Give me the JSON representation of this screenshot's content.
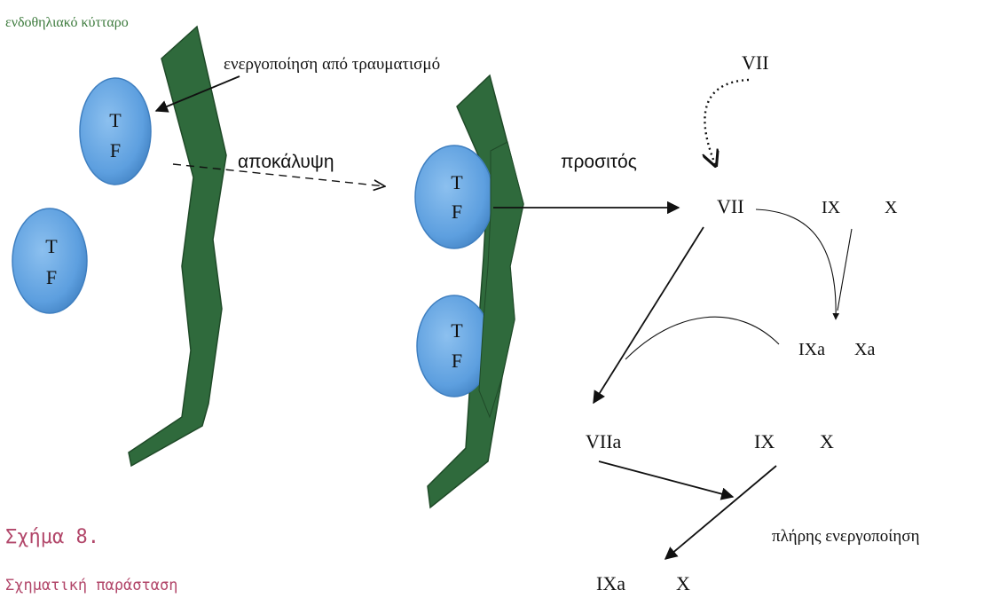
{
  "colors": {
    "membrane": "#2f6a3c",
    "membrane_edge": "#1f4a28",
    "tf_fill": "#5d9fdf",
    "tf_edge": "#3f7fc0",
    "caption": "#b2476a",
    "cell_label": "#3c7a3c",
    "ink": "#111111"
  },
  "labels": {
    "cell": "ενδοθηλιακό κύτταρο",
    "activation_by_injury": "ενεργοποίηση από τραυματισμό",
    "exposure": "αποκάλυψη",
    "accessible": "προσιτός",
    "full_activation": "πλήρης ενεργοποίηση"
  },
  "tf": {
    "top": "T",
    "bottom": "F"
  },
  "factors": {
    "vii_top": "VII",
    "vii": "VII",
    "ix": "IX",
    "x": "X",
    "ixa": "IXa",
    "xa": "Xa",
    "viia": "VIIa",
    "ix2": "IX",
    "x2": "X",
    "ixa2": "IXa",
    "x3": "X"
  },
  "caption": {
    "title": "Σχήμα 8.",
    "subtitle": "Σχηματική παράσταση"
  }
}
